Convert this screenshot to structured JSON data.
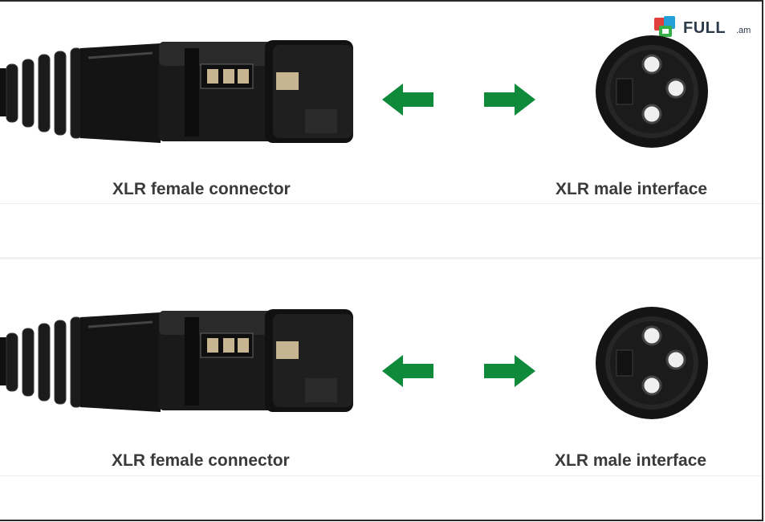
{
  "logo": {
    "text": "FULL",
    "domain": ".am"
  },
  "panels": [
    {
      "female_caption": "XLR female connector",
      "male_caption": "XLR male interface"
    },
    {
      "female_caption": "XLR female connector",
      "male_caption": "XLR male interface"
    }
  ],
  "colors": {
    "arrow": "#0f8a3a",
    "caption": "#3a3a3a",
    "connector": "#151515",
    "contact": "#b9a78a"
  },
  "icons": {
    "left_arrow": "arrow-left-icon",
    "right_arrow": "arrow-right-icon",
    "logo_mark": "cart-icon"
  }
}
